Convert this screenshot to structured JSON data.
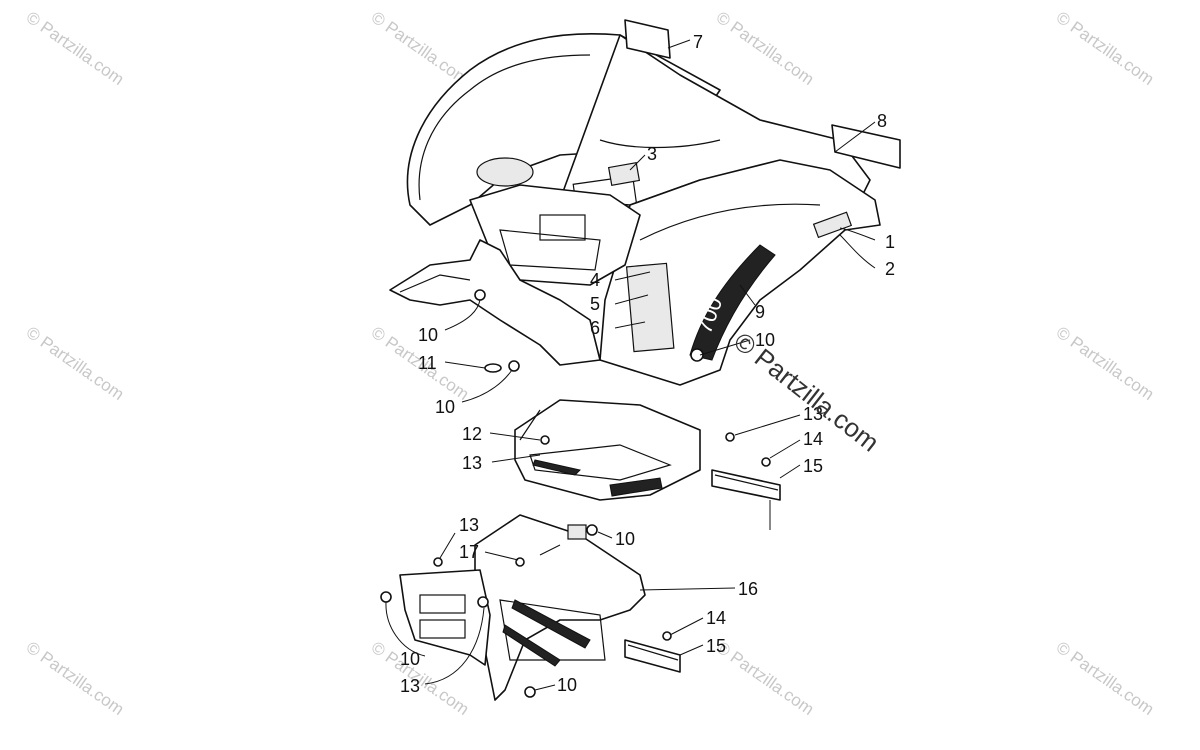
{
  "watermark": {
    "text": "Partzilla.com",
    "symbol": "©"
  },
  "callouts": [
    "1",
    "2",
    "3",
    "4",
    "5",
    "6",
    "7",
    "8",
    "9",
    "10",
    "11",
    "12",
    "13",
    "14",
    "15",
    "16",
    "17"
  ],
  "labels": [
    {
      "id": "lbl-7",
      "text": "7"
    },
    {
      "id": "lbl-8",
      "text": "8"
    },
    {
      "id": "lbl-3",
      "text": "3"
    },
    {
      "id": "lbl-1",
      "text": "1"
    },
    {
      "id": "lbl-2",
      "text": "2"
    },
    {
      "id": "lbl-4",
      "text": "4"
    },
    {
      "id": "lbl-5",
      "text": "5"
    },
    {
      "id": "lbl-6",
      "text": "6"
    },
    {
      "id": "lbl-9",
      "text": "9"
    },
    {
      "id": "lbl-10a",
      "text": "10"
    },
    {
      "id": "lbl-10b",
      "text": "10"
    },
    {
      "id": "lbl-11",
      "text": "11"
    },
    {
      "id": "lbl-10c",
      "text": "10"
    },
    {
      "id": "lbl-13a",
      "text": "13"
    },
    {
      "id": "lbl-12",
      "text": "12"
    },
    {
      "id": "lbl-13b",
      "text": "13"
    },
    {
      "id": "lbl-14a",
      "text": "14"
    },
    {
      "id": "lbl-15a",
      "text": "15"
    },
    {
      "id": "lbl-13c",
      "text": "13"
    },
    {
      "id": "lbl-17",
      "text": "17"
    },
    {
      "id": "lbl-10d",
      "text": "10"
    },
    {
      "id": "lbl-16",
      "text": "16"
    },
    {
      "id": "lbl-14b",
      "text": "14"
    },
    {
      "id": "lbl-15b",
      "text": "15"
    },
    {
      "id": "lbl-10e",
      "text": "10"
    },
    {
      "id": "lbl-13d",
      "text": "13"
    },
    {
      "id": "lbl-10f",
      "text": "10"
    }
  ]
}
